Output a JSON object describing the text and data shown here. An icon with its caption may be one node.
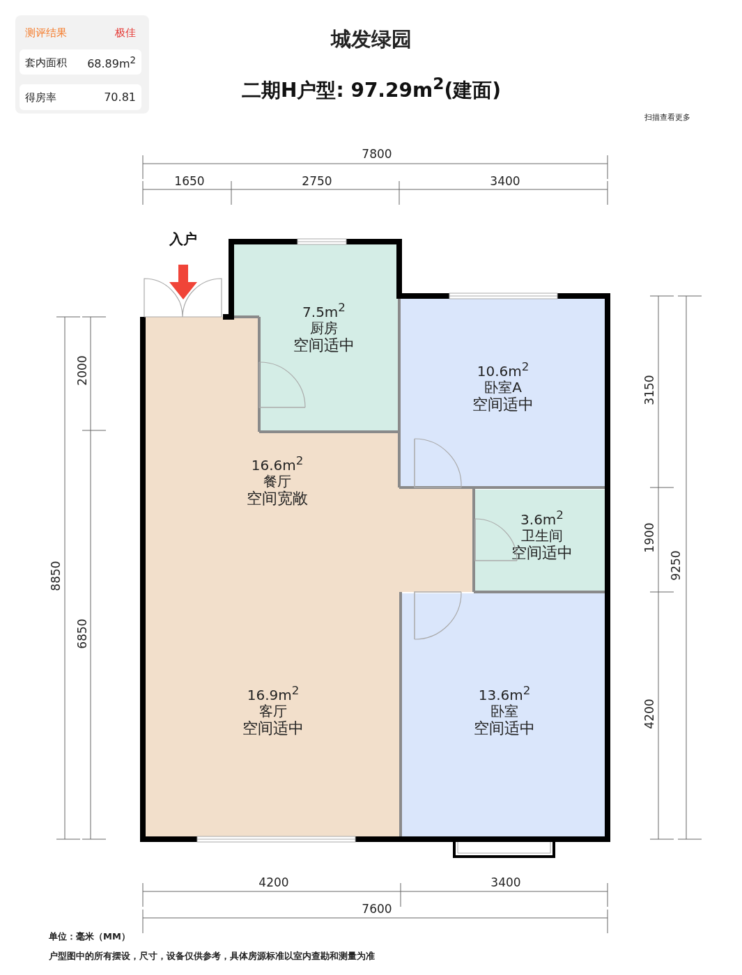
{
  "diagram": {
    "title": "城发绿园",
    "nodes": [
      {
        "text": [
          "7.5m$^{2}$",
          "厨房",
          "空间适中"
        ]
      },
      {
        "text": [
          "10.6m$^{2}$",
          "卧室A",
          "空间适中"
        ]
      },
      {
        "text": [
          "16.6m$^{2}$",
          "餐厅",
          "空间宽敞"
        ]
      },
      {
        "text": [
          "3.6m$^{2}$",
          "卫生间",
          "空间适中"
        ]
      },
      {
        "text": [
          "16.9m$^{2}$",
          "客厅",
          "空间适中"
        ]
      },
      {
        "text": [
          "13.6m$^{2}$",
          "卧室",
          "空间适中"
        ]
      }
    ],
    "labels": [
      "测评结果",
      "极佳",
      "套内面积",
      "68.89m$^{2}$",
      "得房率",
      "70.81",
      "二期H户型: 97.29m$^{2}$(建面)",
      "扫描查看更多",
      "7800",
      "1650",
      "2750",
      "3400",
      "入户",
      "2000",
      "3150",
      "1900",
      "8850",
      "9250",
      "6850",
      "4200",
      "4200",
      "3400",
      "7600",
      "单位：毫米（MM）",
      "户型图中的所有摆设，尺寸，设备仅供参考，具体房源标准以室内查勘和测量为准"
    ]
  }
}
